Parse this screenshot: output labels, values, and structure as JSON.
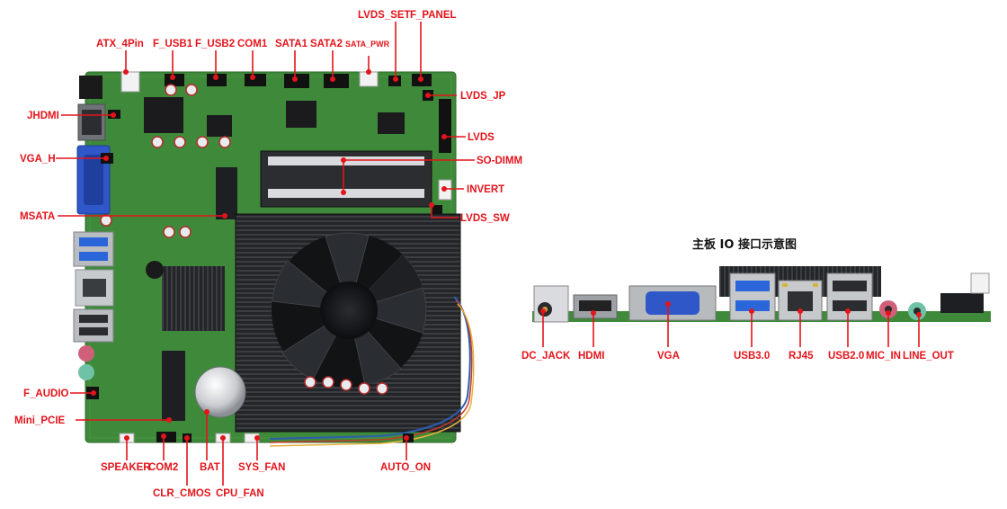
{
  "diagram": {
    "io_title": "主板 IO 接口示意图",
    "board_labels": {
      "atx_4pin": "ATX_4Pin",
      "f_usb1": "F_USB1",
      "f_usb2": "F_USB2",
      "com1": "COM1",
      "sata1": "SATA1",
      "sata2": "SATA2",
      "sata_pwr": "SATA_PWR",
      "lvds_set": "LVDS_SET",
      "f_panel": "F_PANEL",
      "lvds_jp": "LVDS_JP",
      "jhdmi": "JHDMI",
      "lvds": "LVDS",
      "vga_h": "VGA_H",
      "so_dimm": "SO-DIMM",
      "invert": "INVERT",
      "msata": "MSATA",
      "lvds_sw": "LVDS_SW",
      "f_audio": "F_AUDIO",
      "mini_pcie": "Mini_PCIE",
      "speaker": "SPEAKER",
      "com2": "COM2",
      "bat": "BAT",
      "sys_fan": "SYS_FAN",
      "auto_on": "AUTO_ON",
      "clr_cmos": "CLR_CMOS",
      "cpu_fan": "CPU_FAN"
    },
    "io_labels": {
      "dc_jack": "DC_JACK",
      "hdmi": "HDMI",
      "vga": "VGA",
      "usb3": "USB3.0",
      "rj45": "RJ45",
      "usb2": "USB2.0",
      "mic_in": "MIC_IN",
      "line_out": "LINE_OUT"
    },
    "colors": {
      "label": "#e3141b",
      "pcb": "#3f8a3a",
      "heatsink": "#1d1f22",
      "vga_blue": "#2f57c8",
      "usb3_blue": "#2a66d9"
    }
  }
}
